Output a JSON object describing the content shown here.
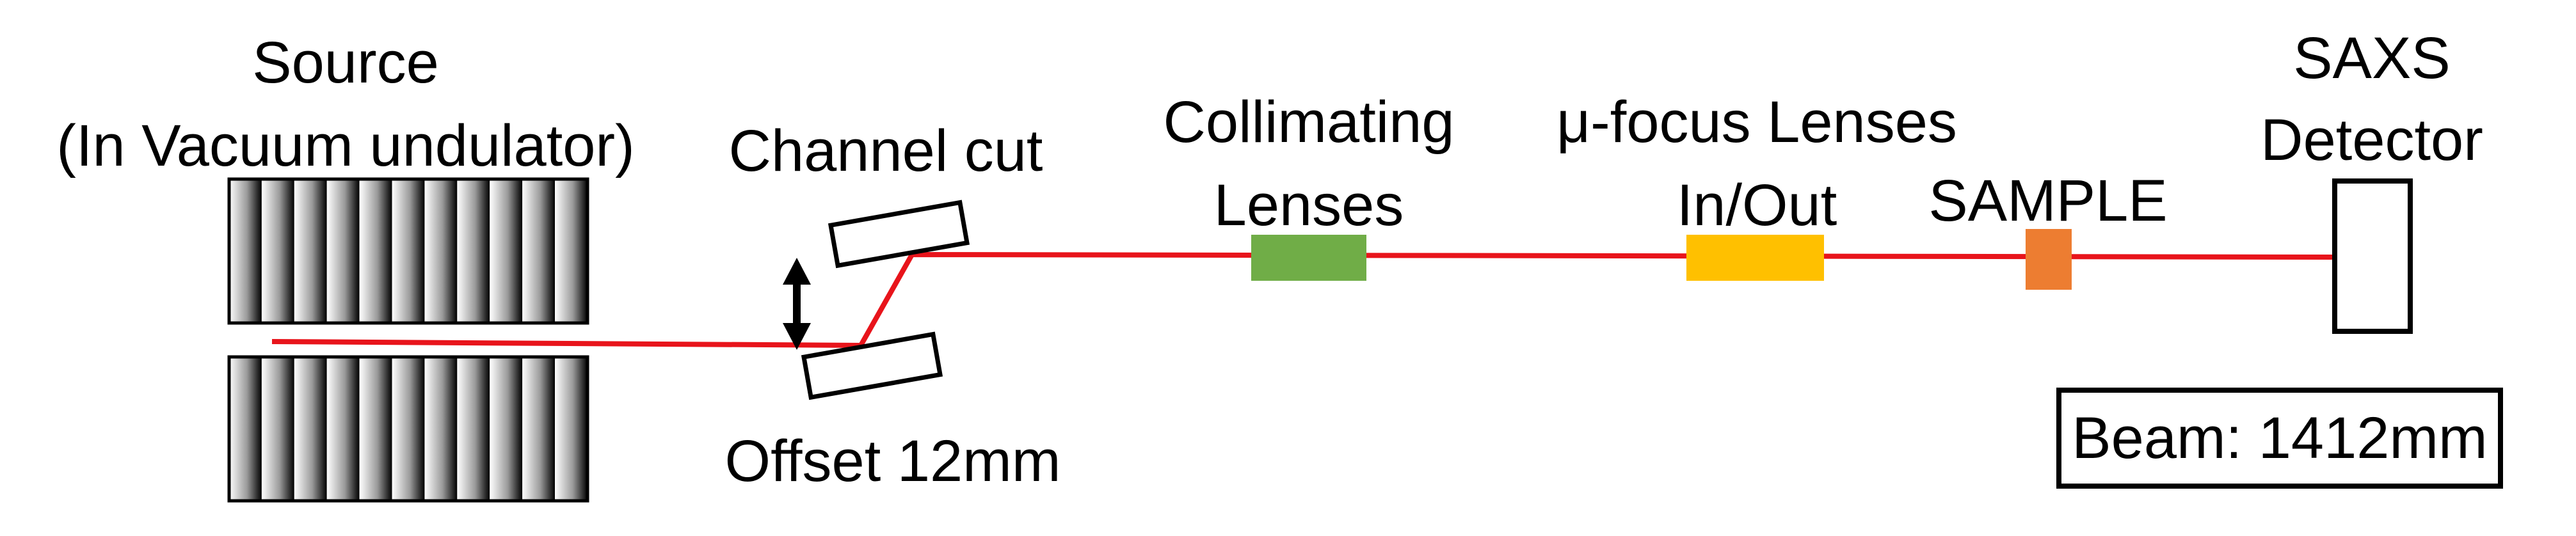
{
  "labels": {
    "source_line1": "Source",
    "source_line2": "(In Vacuum undulator)",
    "channel_cut": "Channel cut",
    "offset": "Offset 12mm",
    "collimating_line1": "Collimating",
    "collimating_line2": "Lenses",
    "mufocus_line1": "μ-focus Lenses",
    "mufocus_line2": "In/Out",
    "sample": "SAMPLE",
    "detector_line1": "SAXS",
    "detector_line2": "Detector",
    "beam_length": "Beam: 1412mm"
  },
  "colors": {
    "beam": "#e8141b",
    "collimating_lens": "#70ad47",
    "mufocus_lens": "#ffc000",
    "sample": "#ed7d31",
    "outline": "#000000"
  }
}
